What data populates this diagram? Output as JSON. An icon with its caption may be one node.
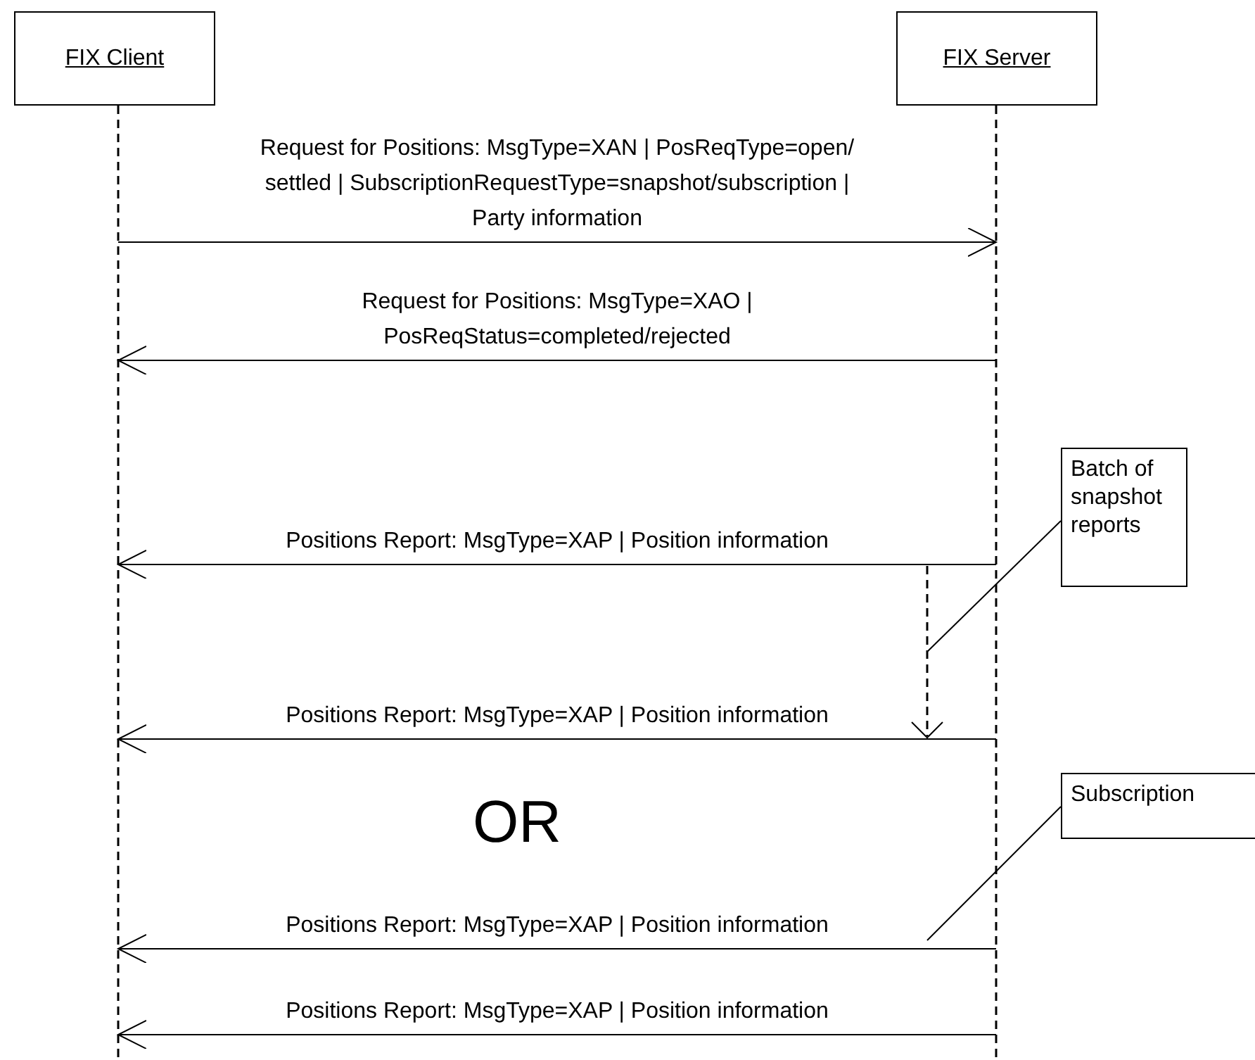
{
  "diagram": {
    "nodes": [
      {
        "text": [
          "FIX Client"
        ]
      },
      {
        "text": [
          "FIX Server"
        ]
      },
      {
        "text": [
          "Batch of snapshot reports"
        ]
      },
      {
        "text": [
          "Subscription"
        ]
      }
    ],
    "edges": [
      {
        "from": 0,
        "to": 1,
        "arrow": "to",
        "label": "Request for Positions: MsgType=XAN | PosReqType=open/ settled | SubscriptionRequestType=snapshot/subscription | Party information"
      },
      {
        "from": 1,
        "to": 0,
        "arrow": "to",
        "label": "Request for Positions: MsgType=XAO | PosReqStatus=completed/rejected"
      },
      {
        "from": 1,
        "to": 0,
        "arrow": "to",
        "label": "Positions Report: MsgType=XAP | Position information"
      },
      {
        "from": 1,
        "to": 0,
        "arrow": "to",
        "label": "Positions Report: MsgType=XAP | Position information"
      },
      {
        "from": 1,
        "to": 0,
        "arrow": "to",
        "label": "Positions Report: MsgType=XAP | Position information"
      },
      {
        "from": 1,
        "to": 0,
        "arrow": "to",
        "label": "Positions Report: MsgType=XAP | Position information"
      },
      {
        "from": 2,
        "to": 1,
        "arrow": "none"
      },
      {
        "from": 3,
        "to": 1,
        "arrow": "none"
      }
    ],
    "labels": [
      "OR"
    ]
  }
}
